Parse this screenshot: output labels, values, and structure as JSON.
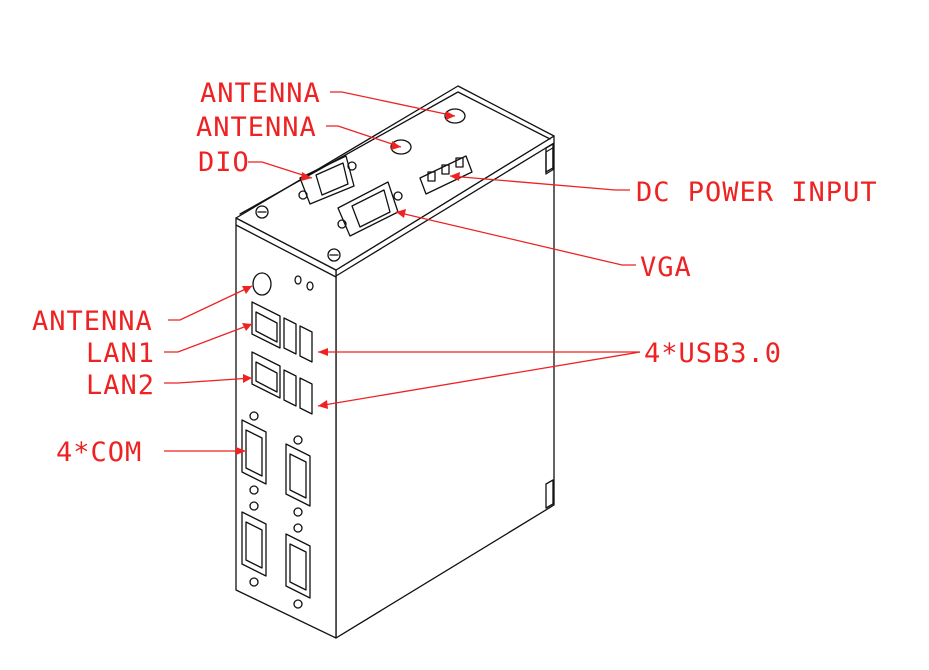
{
  "labels": {
    "antenna_top_1": "ANTENNA",
    "antenna_top_2": "ANTENNA",
    "dio": "DIO",
    "dc_power_input": "DC POWER INPUT",
    "vga": "VGA",
    "antenna_front": "ANTENNA",
    "lan1": "LAN1",
    "lan2": "LAN2",
    "usb": "4*USB3.0",
    "com": "4*COM"
  },
  "colors": {
    "callout": "#ee2222",
    "outline": "#111111",
    "background": "#ffffff"
  }
}
